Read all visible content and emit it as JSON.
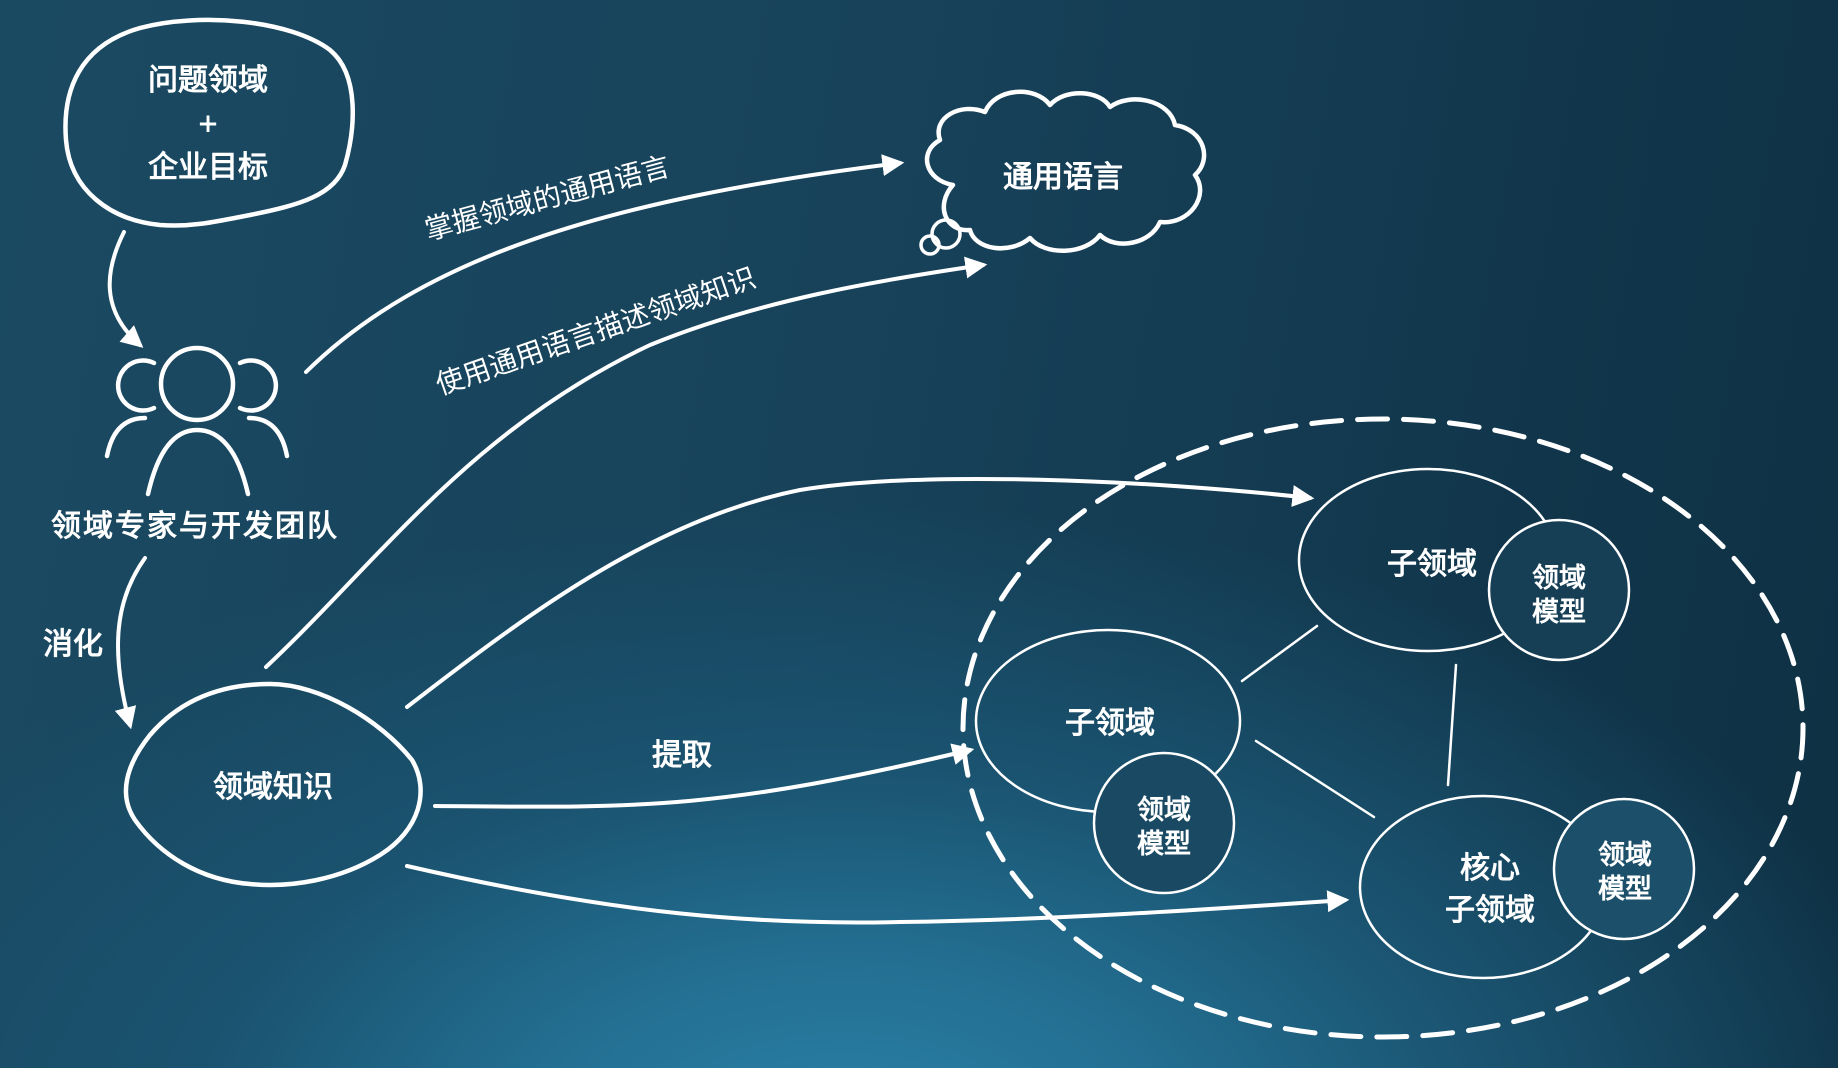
{
  "diagram": {
    "problem_domain": {
      "line1": "问题领域",
      "plus": "+",
      "line2": "企业目标"
    },
    "team": {
      "label": "领域专家与开发团队",
      "icon": "team-icon"
    },
    "digest_label": "消化",
    "domain_knowledge": {
      "label": "领域知识"
    },
    "ubiquitous_language": {
      "label": "通用语言"
    },
    "edges": {
      "master_language": "掌握领域的通用语言",
      "describe_knowledge": "使用通用语言描述领域知识",
      "extract": "提取"
    },
    "subdomains": [
      {
        "label": "子领域",
        "model_line1": "领域",
        "model_line2": "模型"
      },
      {
        "label": "子领域",
        "model_line1": "领域",
        "model_line2": "模型"
      },
      {
        "label_line1": "核心",
        "label_line2": "子领域",
        "model_line1": "领域",
        "model_line2": "模型"
      }
    ]
  },
  "colors": {
    "stroke": "#ffffff",
    "bg_dark": "#0e3043",
    "bg_mid": "#1a4a62",
    "bg_light": "#2b83a8"
  }
}
